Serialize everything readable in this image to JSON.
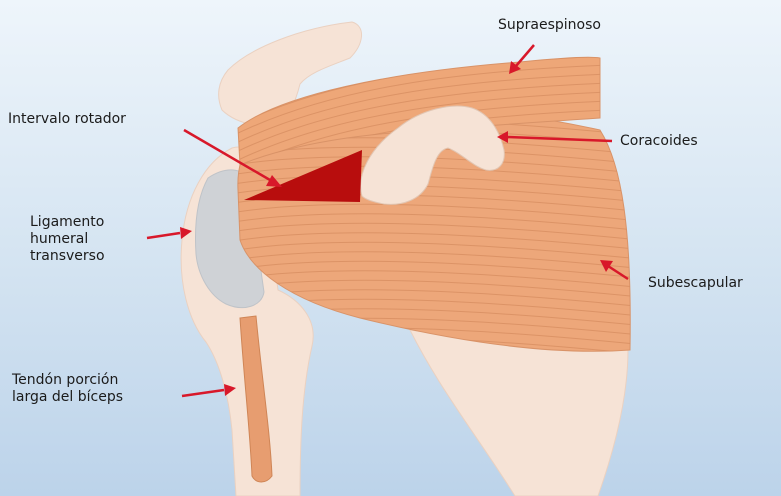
{
  "labels": {
    "supraespinoso": "Supraespinoso",
    "intervalo_rotador": "Intervalo rotador",
    "coracoides": "Coracoides",
    "ligamento": [
      "Ligamento",
      "humeral",
      "transverso"
    ],
    "subescapular": "Subescapular",
    "tendon": [
      "Tendón porción",
      "larga del bíceps"
    ]
  },
  "colors": {
    "bone": "#f6e3d6",
    "bone_outline": "#e7cbb9",
    "muscle": "#eda77a",
    "muscle_fiber": "#d58a5c",
    "interval": "#b80d0d",
    "ligament": "#cfd2d6",
    "arrow": "#d8182a",
    "text": "#1b1b1b"
  },
  "icons": [
    "arrow-icon"
  ]
}
